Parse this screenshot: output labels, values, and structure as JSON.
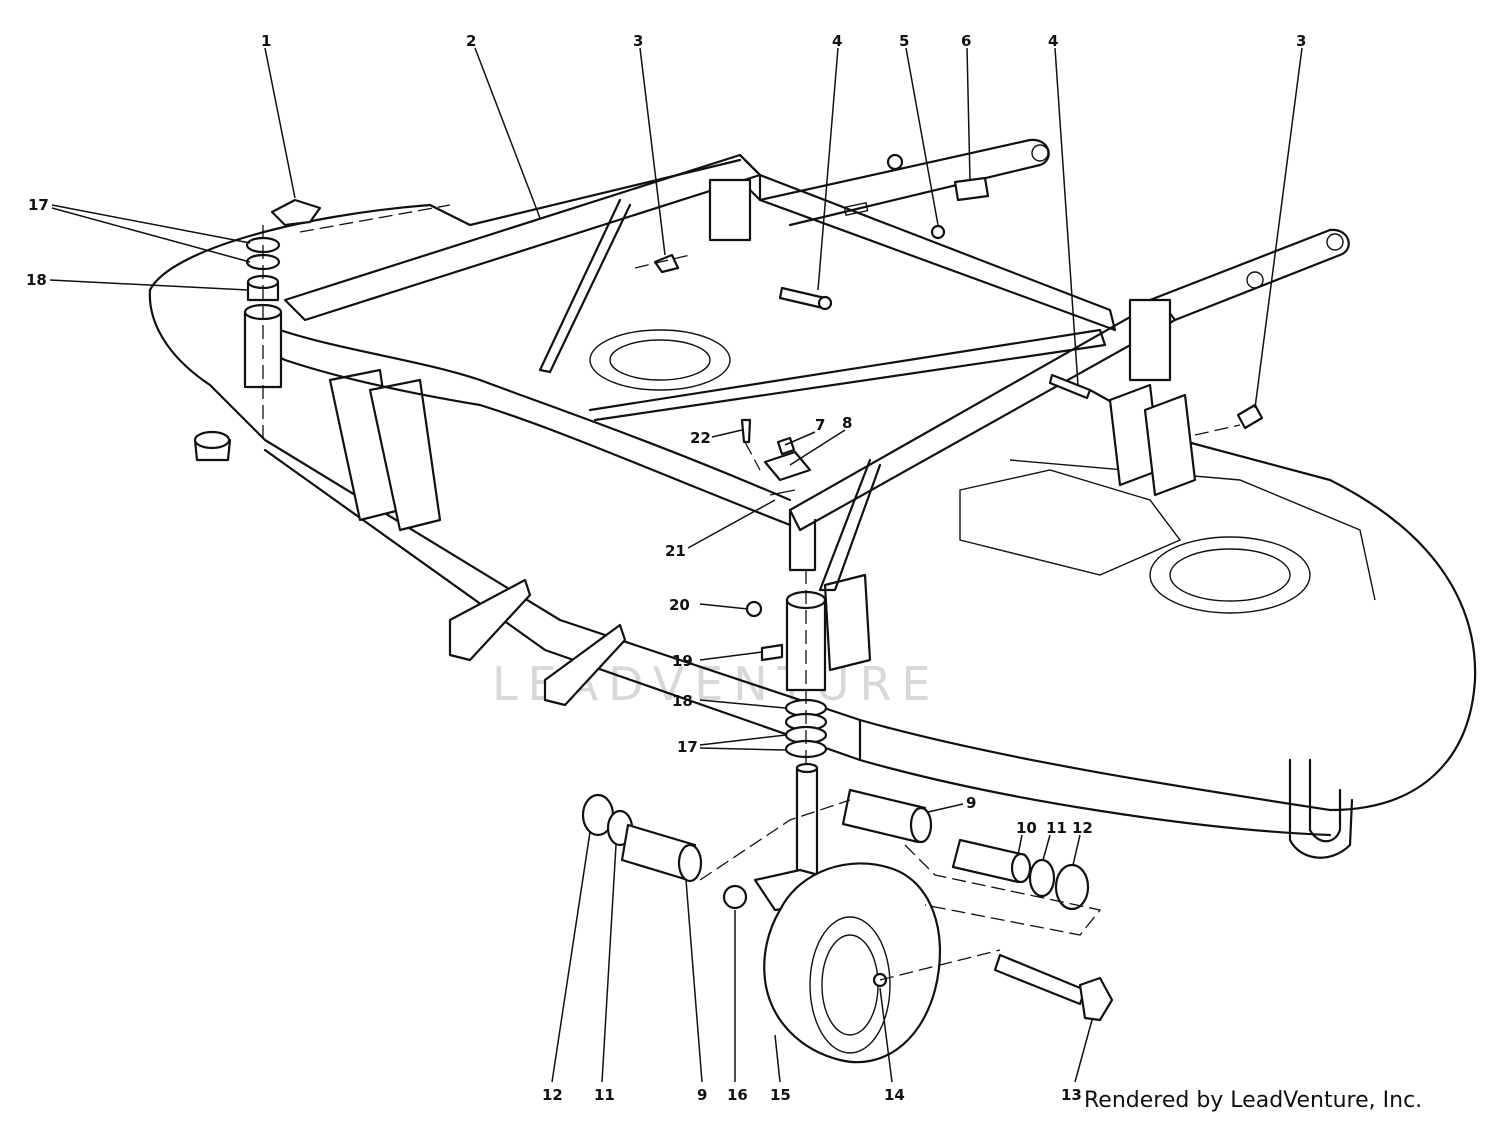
{
  "diagram": {
    "callouts": [
      {
        "id": "c1",
        "text": "1"
      },
      {
        "id": "c2",
        "text": "2"
      },
      {
        "id": "c3a",
        "text": "3"
      },
      {
        "id": "c4a",
        "text": "4"
      },
      {
        "id": "c5",
        "text": "5"
      },
      {
        "id": "c6",
        "text": "6"
      },
      {
        "id": "c4b",
        "text": "4"
      },
      {
        "id": "c3b",
        "text": "3"
      },
      {
        "id": "c17a",
        "text": "17"
      },
      {
        "id": "c18a",
        "text": "18"
      },
      {
        "id": "c22",
        "text": "22"
      },
      {
        "id": "c7",
        "text": "7"
      },
      {
        "id": "c8",
        "text": "8"
      },
      {
        "id": "c21",
        "text": "21"
      },
      {
        "id": "c20",
        "text": "20"
      },
      {
        "id": "c19",
        "text": "19"
      },
      {
        "id": "c18b",
        "text": "18"
      },
      {
        "id": "c17b",
        "text": "17"
      },
      {
        "id": "c9a",
        "text": "9"
      },
      {
        "id": "c10",
        "text": "10"
      },
      {
        "id": "c11a",
        "text": "11"
      },
      {
        "id": "c12a",
        "text": "12"
      },
      {
        "id": "c12b",
        "text": "12"
      },
      {
        "id": "c11b",
        "text": "11"
      },
      {
        "id": "c9b",
        "text": "9"
      },
      {
        "id": "c16",
        "text": "16"
      },
      {
        "id": "c15",
        "text": "15"
      },
      {
        "id": "c14",
        "text": "14"
      },
      {
        "id": "c13",
        "text": "13"
      }
    ],
    "watermark": "LEADVENTURE",
    "credit": "Rendered by LeadVenture, Inc."
  }
}
